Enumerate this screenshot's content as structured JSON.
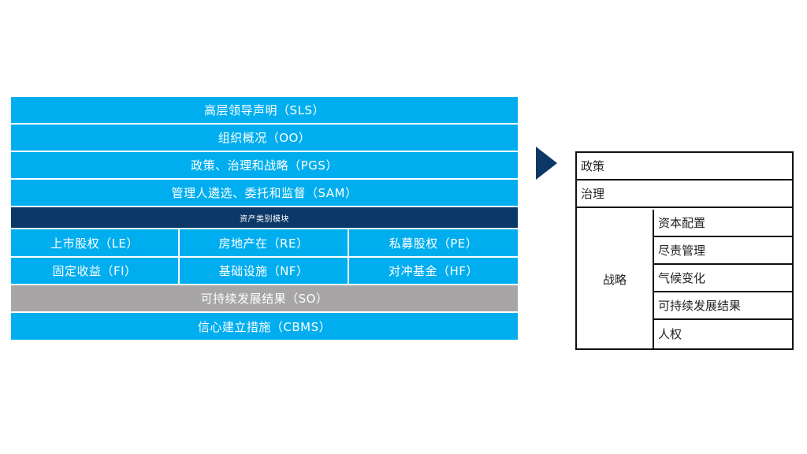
{
  "framework": {
    "colors": {
      "primary_blue": "#00aeef",
      "dark_navy": "#0b3867",
      "gray": "#a7a5a6",
      "text": "#ffffff"
    },
    "rows": [
      {
        "label": "高层领导声明（SLS）",
        "color": "blue"
      },
      {
        "label": "组织概况（OO）",
        "color": "blue"
      },
      {
        "label": "政策、治理和战略（PGS）",
        "color": "blue"
      },
      {
        "label": "管理人遴选、委托和监督（SAM）",
        "color": "blue"
      }
    ],
    "asset_module_header": "资产类别模块",
    "asset_modules": [
      [
        "上市股权（LE）",
        "房地产在（RE）",
        "私募股权（PE）"
      ],
      [
        "固定收益（FI）",
        "基础设施（NF）",
        "对冲基金（HF）"
      ]
    ],
    "sustainability_outcomes": "可持续发展结果（SO）",
    "confidence_building": "信心建立措施（CBMS）"
  },
  "arrow": {
    "icon": "triangle-right-icon",
    "color": "#0b3867"
  },
  "pgs_breakdown": {
    "policy": "政策",
    "governance": "治理",
    "strategy": {
      "label": "战略",
      "items": [
        "资本配置",
        "尽责管理",
        "气候变化",
        "可持续发展结果",
        "人权"
      ]
    }
  }
}
